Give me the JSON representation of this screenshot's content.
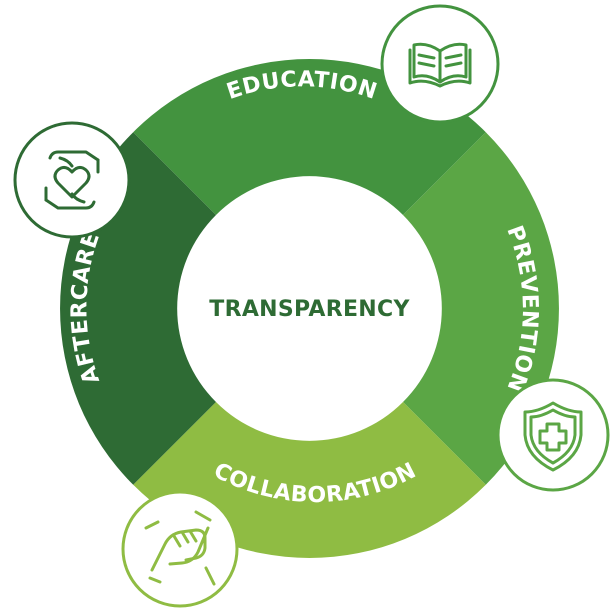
{
  "center": {
    "label": "TRANSPARENCY",
    "color": "#2e6b34"
  },
  "segments": [
    {
      "key": "education",
      "label": "EDUCATION",
      "color": "#43933f",
      "icon": "open-book-icon"
    },
    {
      "key": "prevention",
      "label": "PREVENTION",
      "color": "#5ba645",
      "icon": "shield-cross-icon"
    },
    {
      "key": "collaboration",
      "label": "COLLABORATION",
      "color": "#8fbc43",
      "icon": "handshake-icon"
    },
    {
      "key": "aftercare",
      "label": "AFTERCARE",
      "color": "#2e6b34",
      "icon": "caring-hands-heart-icon"
    }
  ]
}
